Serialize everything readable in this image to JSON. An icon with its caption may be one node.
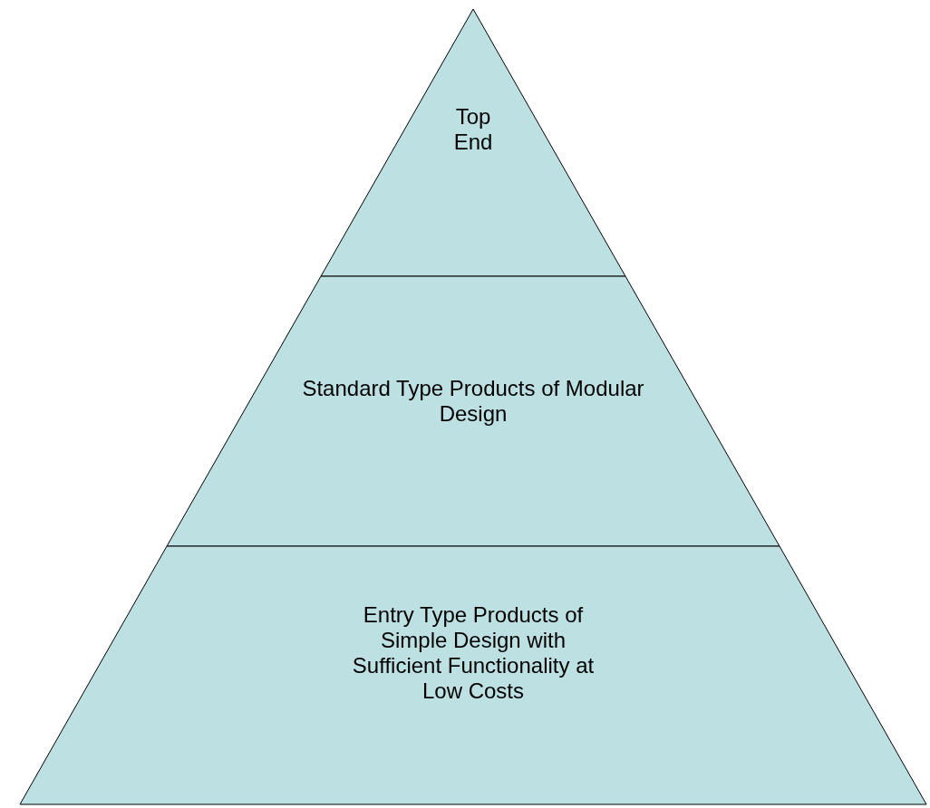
{
  "diagram": {
    "nodes": [
      {
        "text": [
          "Top End"
        ]
      },
      {
        "text": [
          "Standard Type Products of Modular Design"
        ]
      },
      {
        "text": [
          "Entry Type Products of Simple Design with Sufficient Functionality at Low Costs"
        ]
      }
    ]
  }
}
